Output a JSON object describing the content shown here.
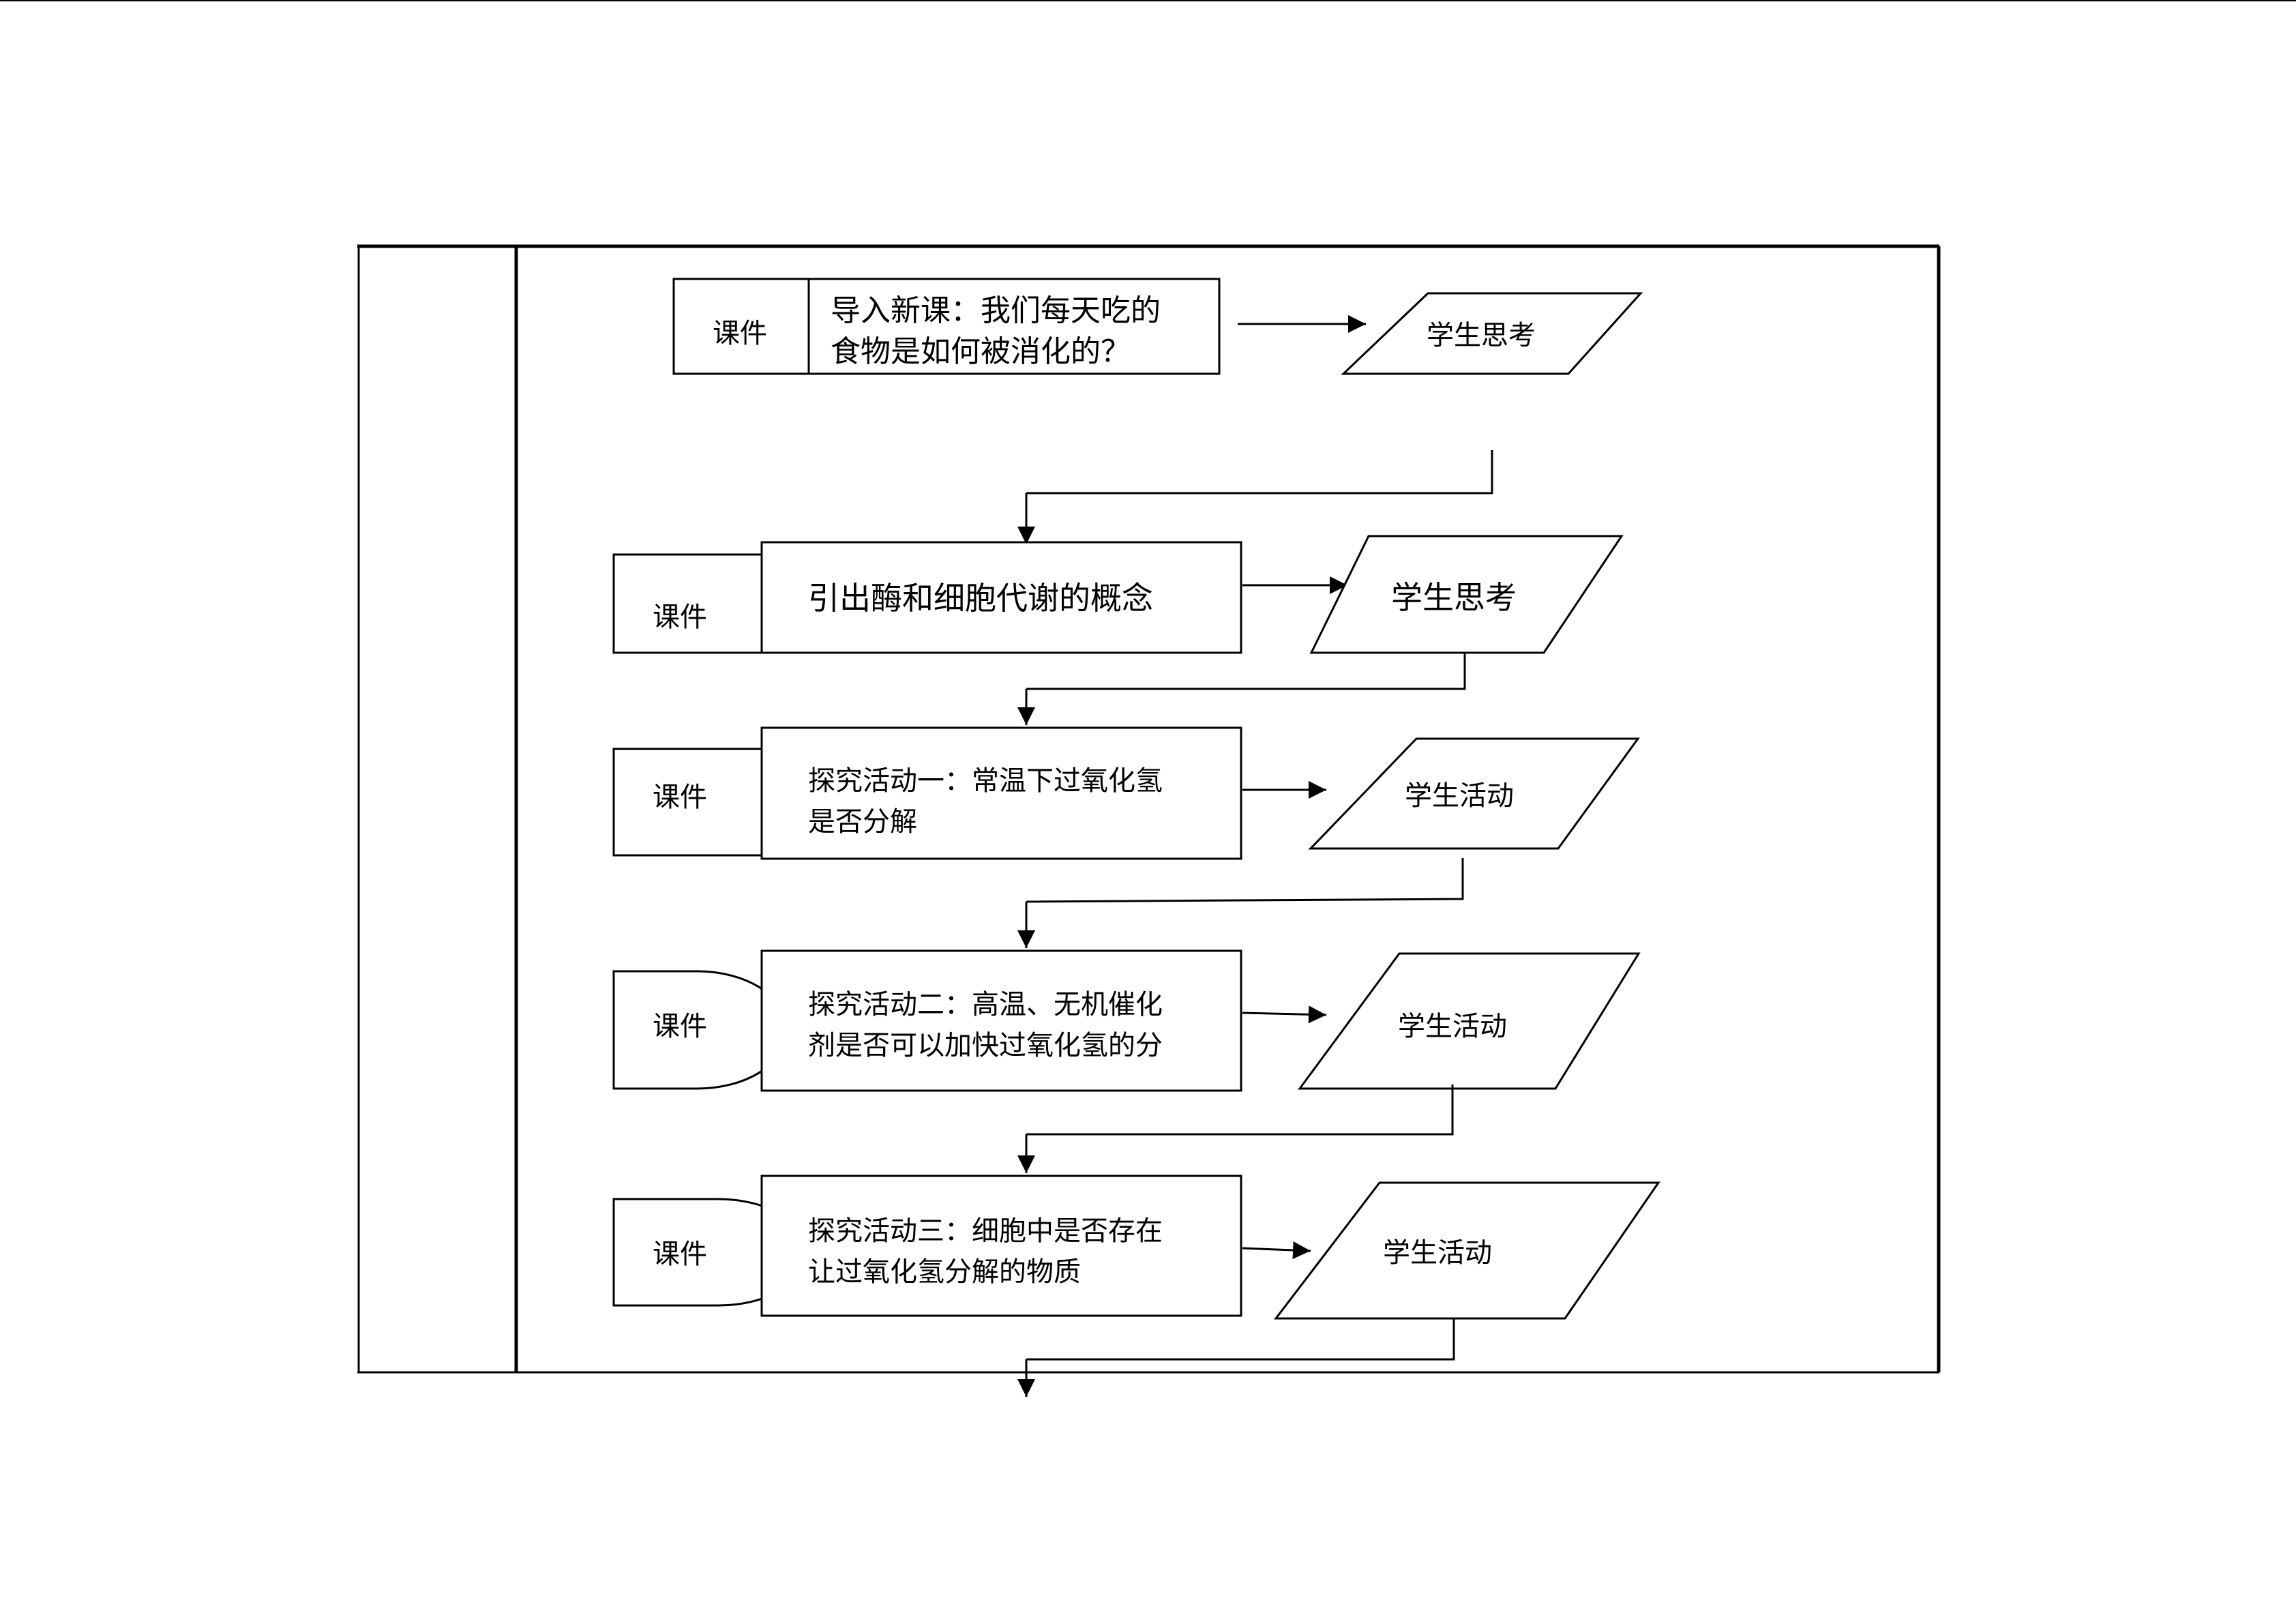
{
  "flow": {
    "row1": {
      "media": "课件",
      "content_lines": [
        "导入新课：我们每天吃的",
        "食物是如何被消化的？"
      ],
      "student": "学生思考"
    },
    "row2": {
      "media": "课件",
      "content_lines": [
        "引出酶和细胞代谢的概念"
      ],
      "student": "学生思考"
    },
    "row3": {
      "media": "课件",
      "content_lines": [
        "探究活动一：常温下过氧化氢",
        "是否分解"
      ],
      "student": "学生活动"
    },
    "row4": {
      "media": "课件",
      "content_lines": [
        "探究活动二：高温、无机催化",
        "剂是否可以加快过氧化氢的分"
      ],
      "student": "学生活动"
    },
    "row5": {
      "media": "课件",
      "content_lines": [
        "探究活动三：细胞中是否存在",
        "让过氧化氢分解的物质"
      ],
      "student": "学生活动"
    }
  }
}
